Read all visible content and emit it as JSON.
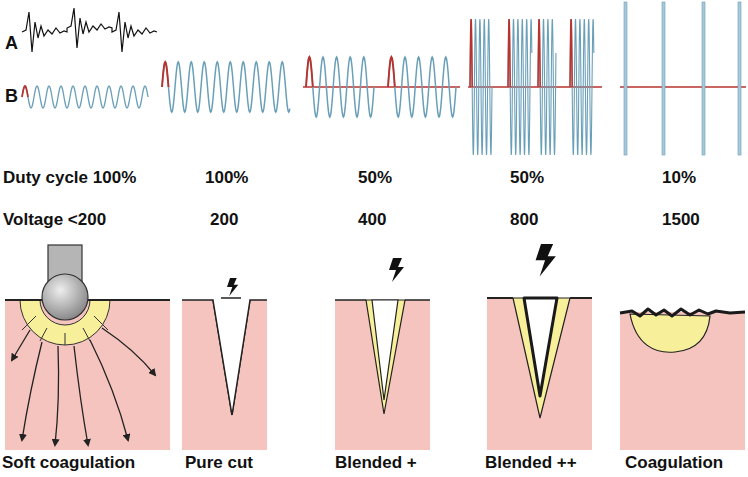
{
  "diagram": {
    "labels": [
      "A",
      "B",
      "Duty cycle 100%",
      "100%",
      "50%",
      "50%",
      "10%",
      "Voltage <200",
      "200",
      "400",
      "800",
      "1500",
      "Soft coagulation",
      "Pure cut",
      "Blended +",
      "Blended ++",
      "Coagulation"
    ]
  }
}
